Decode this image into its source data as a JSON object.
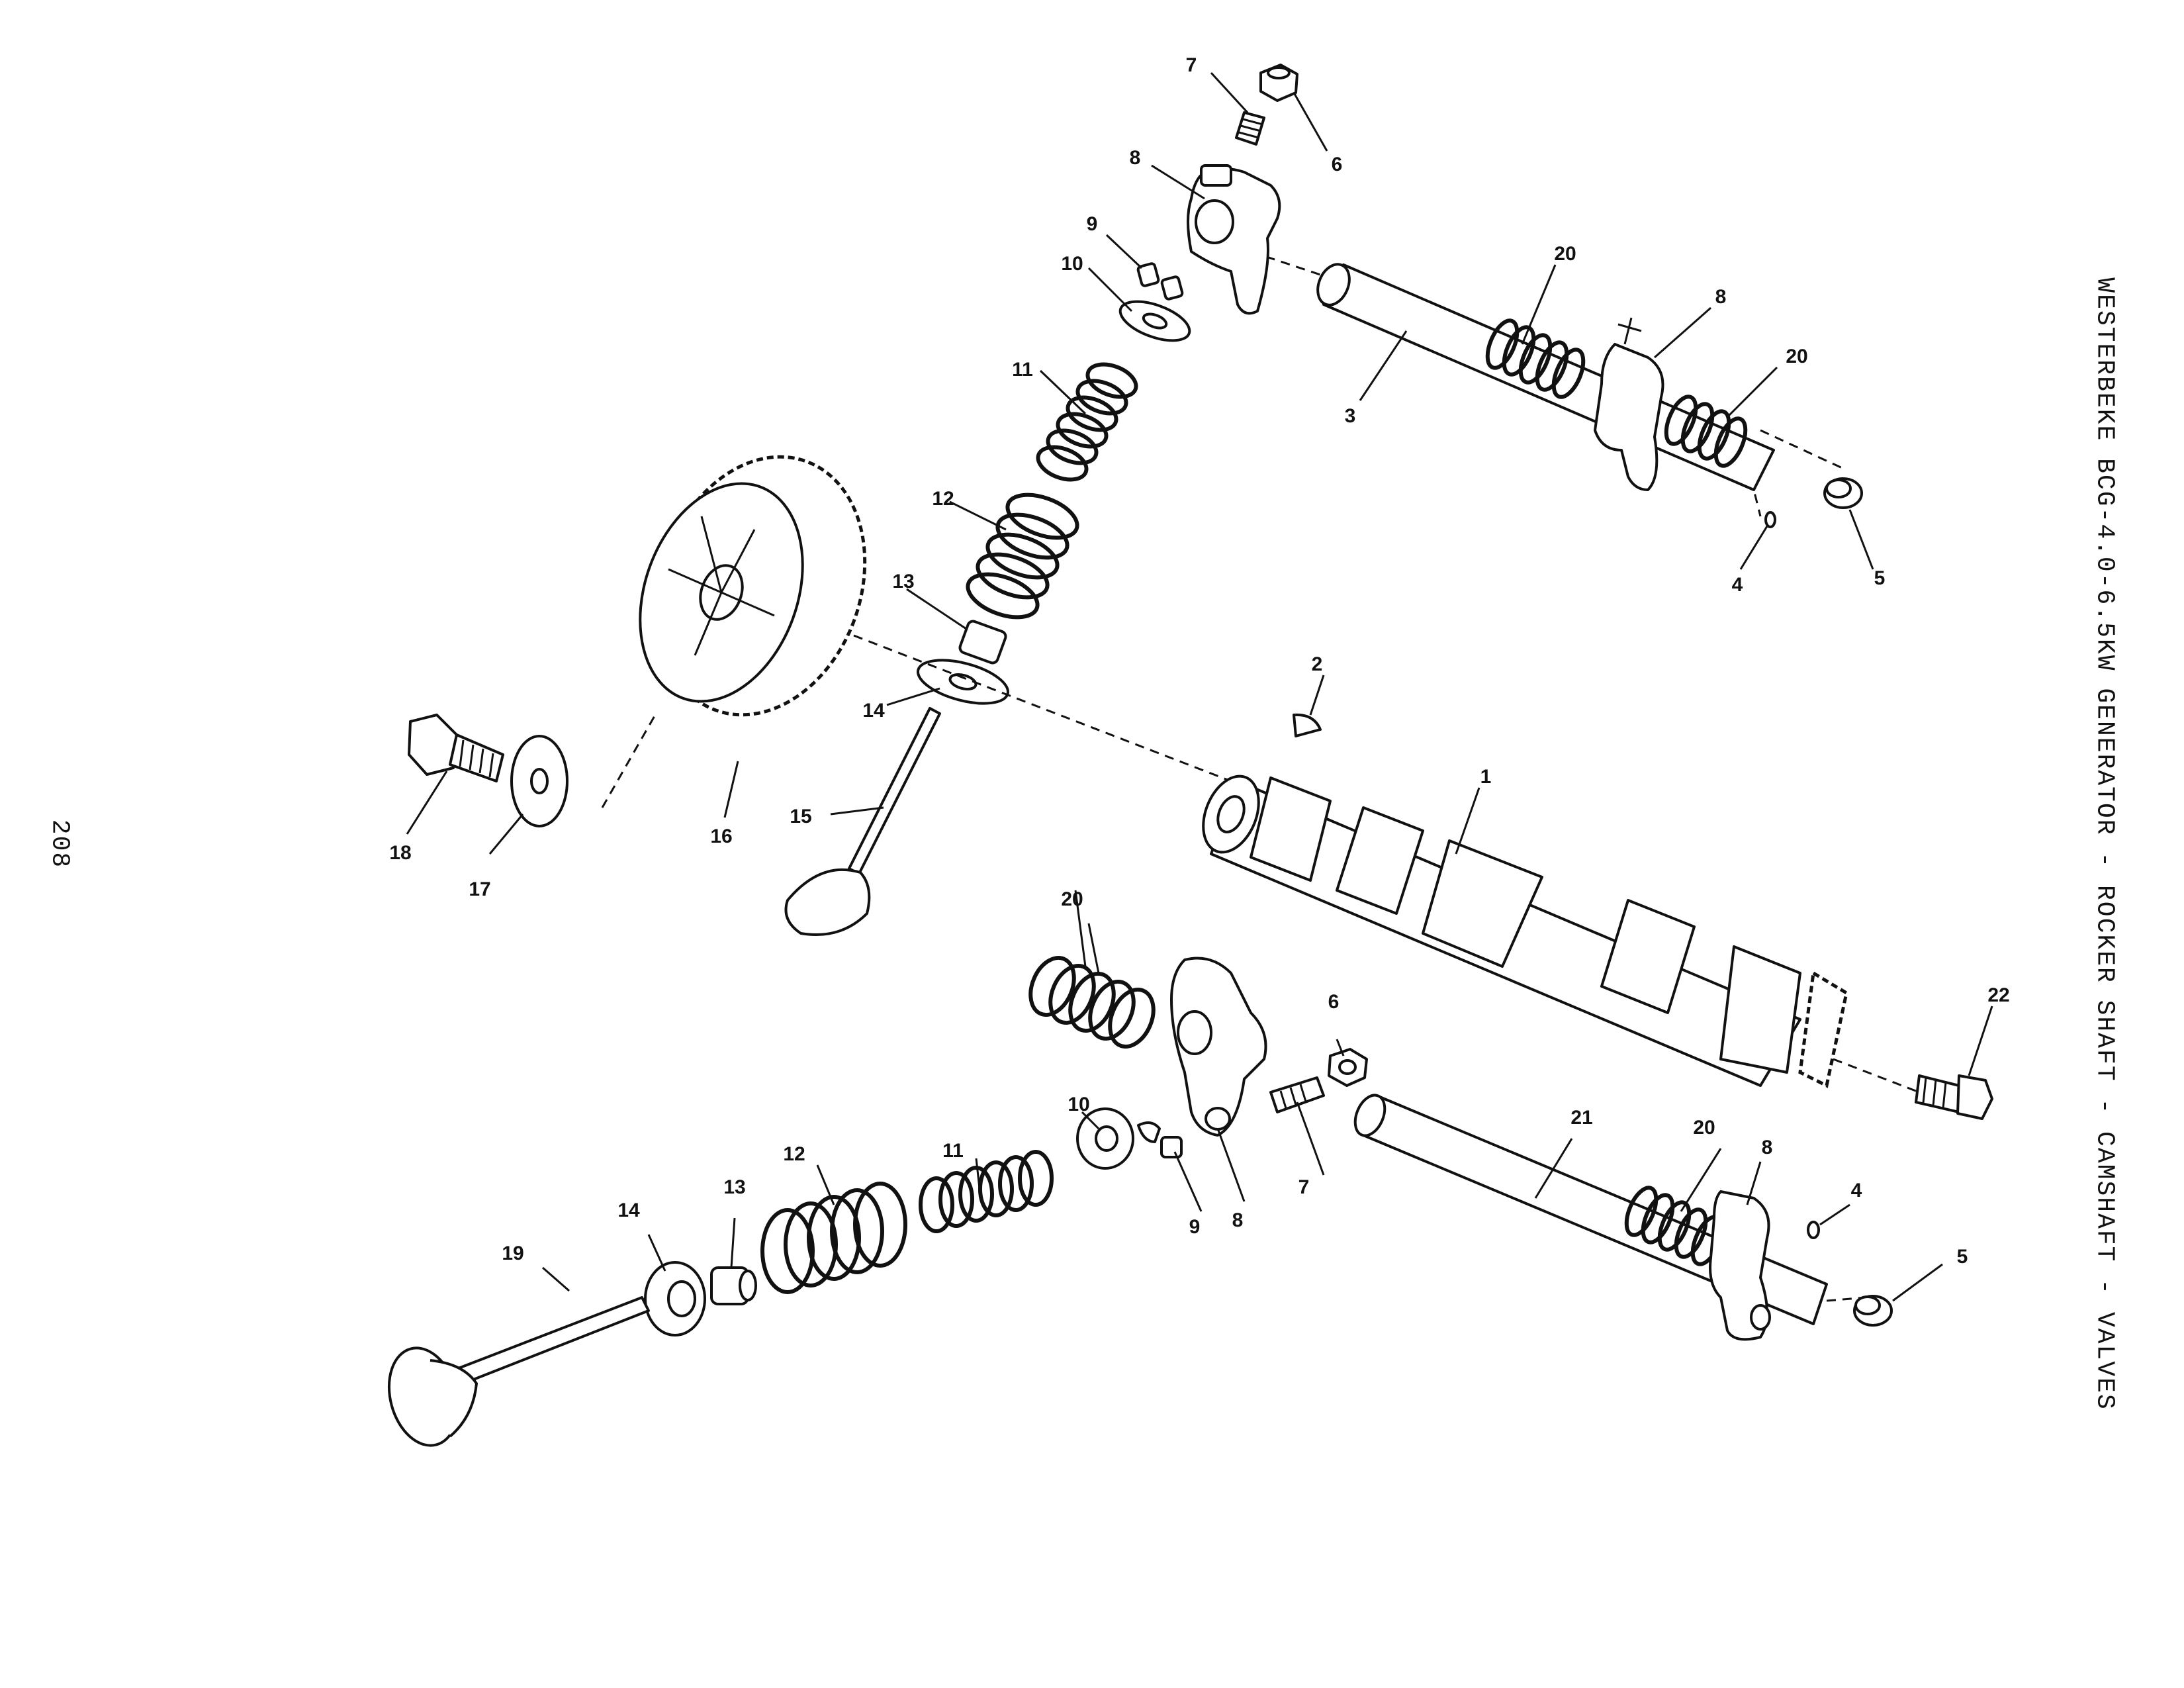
{
  "page": {
    "title": "WESTERBEKE BCG-4.0-6.5KW GENERATOR - ROCKER SHAFT - CAMSHAFT - VALVES",
    "page_number": "208"
  },
  "diagram": {
    "callouts": {
      "c1": "1",
      "c2": "2",
      "c3": "3",
      "c4a": "4",
      "c4b": "4",
      "c5a": "5",
      "c5b": "5",
      "c6a": "6",
      "c6b": "6",
      "c7a": "7",
      "c7b": "7",
      "c8a": "8",
      "c8b": "8",
      "c8c": "8",
      "c8d": "8",
      "c9a": "9",
      "c9b": "9",
      "c10a": "10",
      "c10b": "10",
      "c11a": "11",
      "c11b": "11",
      "c12a": "12",
      "c12b": "12",
      "c13a": "13",
      "c13b": "13",
      "c14a": "14",
      "c14b": "14",
      "c15": "15",
      "c16": "16",
      "c17": "17",
      "c18": "18",
      "c19": "19",
      "c20a": "20",
      "c20b": "20",
      "c20c": "20",
      "c20d": "20",
      "c21": "21",
      "c22": "22"
    }
  }
}
